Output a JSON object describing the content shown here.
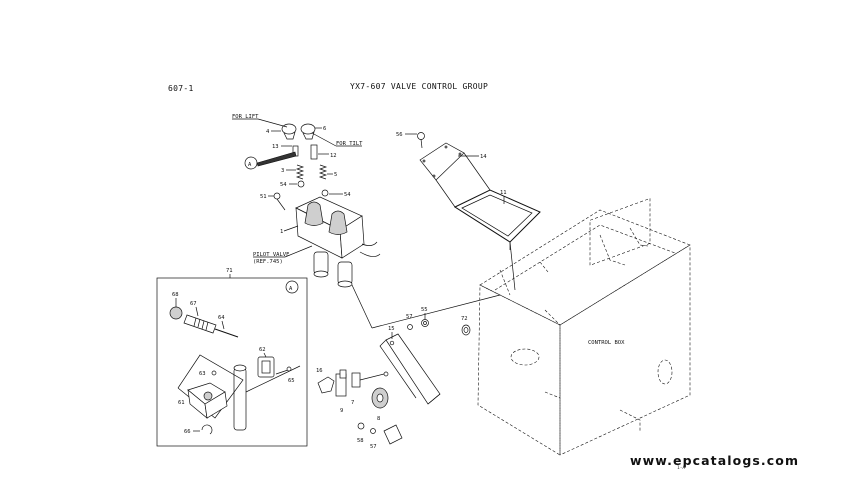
{
  "header": {
    "page_code": "607-1",
    "title": "YX7-607   VALVE CONTROL GROUP"
  },
  "labels": {
    "for_lift": "FOR LIFT",
    "for_tilt": "FOR TILT",
    "pilot_valve_1": "PILOT VALVE",
    "pilot_valve_2": "(REF.745)",
    "control_box": "CONTROL BOX",
    "detail_a": "A",
    "detail_a_inset": "A"
  },
  "callouts": {
    "p4": "4",
    "p6": "6",
    "p13": "13",
    "p12": "12",
    "p3": "3",
    "p5": "5",
    "p54a": "54",
    "p54b": "54",
    "p51": "51",
    "p1": "1",
    "p56": "56",
    "p14": "14",
    "p11": "11",
    "p72": "72",
    "p71": "71",
    "p68": "68",
    "p67": "67",
    "p64": "64",
    "p62": "62",
    "p63": "63",
    "p65": "65",
    "p61": "61",
    "p66": "66",
    "p15": "15",
    "p57a": "57",
    "p55": "55",
    "p16": "16",
    "p9": "9",
    "p7": "7",
    "p8": "8",
    "p58": "58",
    "p57b": "57"
  },
  "footer": {
    "watermark": "www.epcatalogs.com",
    "sheet_ref": "1-A"
  }
}
